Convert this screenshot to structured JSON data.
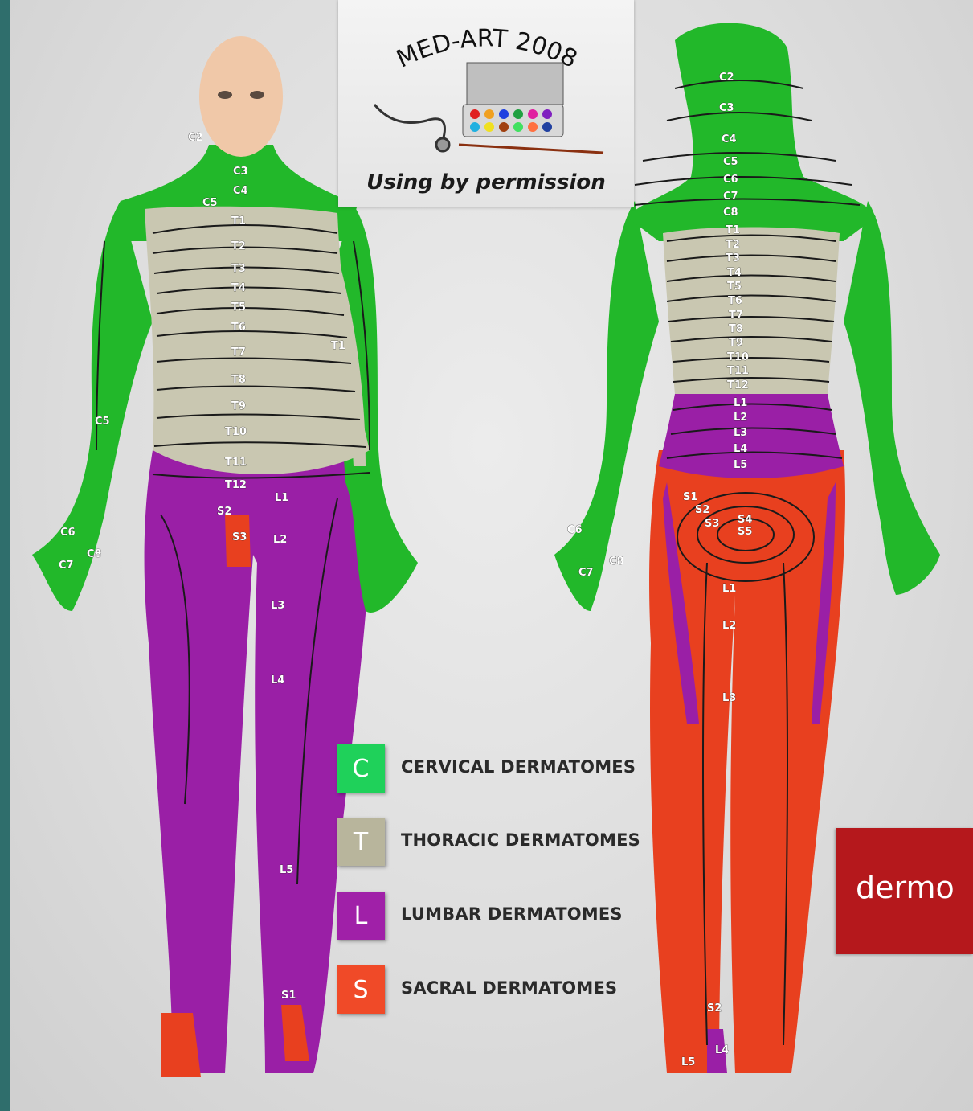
{
  "logo": {
    "title": "MED-ART 2008",
    "caption": "Using by permission"
  },
  "legend": [
    {
      "letter": "C",
      "label": "CERVICAL DERMATOMES",
      "color": "#1fd15a"
    },
    {
      "letter": "T",
      "label": "THORACIC DERMATOMES",
      "color": "#b8b59c"
    },
    {
      "letter": "L",
      "label": "LUMBAR DERMATOMES",
      "color": "#a020a8"
    },
    {
      "letter": "S",
      "label": "SACRAL DERMATOMES",
      "color": "#f04a28"
    }
  ],
  "callout": {
    "text": "dermo",
    "color": "#b5181c"
  },
  "colors": {
    "cervical": "#22b82a",
    "thoracic": "#c9c7b1",
    "lumbar": "#9a1fa6",
    "sacral": "#e8401f",
    "skin": "#f0c8a8"
  },
  "front_labels": [
    "C2",
    "C3",
    "C4",
    "C5",
    "T1",
    "T2",
    "T3",
    "T4",
    "T5",
    "T6",
    "T7",
    "T8",
    "T9",
    "T10",
    "T11",
    "T12",
    "L1",
    "L2",
    "L3",
    "L4",
    "L5",
    "S1",
    "S2",
    "S3",
    "C5",
    "C6",
    "C7",
    "C8",
    "T1"
  ],
  "back_labels": [
    "C2",
    "C3",
    "C4",
    "C5",
    "C6",
    "C7",
    "C8",
    "T1",
    "T2",
    "T3",
    "T4",
    "T5",
    "T6",
    "T7",
    "T8",
    "T9",
    "T10",
    "T11",
    "T12",
    "L1",
    "L2",
    "L3",
    "L4",
    "L5",
    "S1",
    "S2",
    "S3",
    "S4",
    "S5",
    "C6",
    "C7",
    "C8",
    "L1",
    "L2",
    "L3",
    "S2",
    "L5",
    "L4"
  ]
}
